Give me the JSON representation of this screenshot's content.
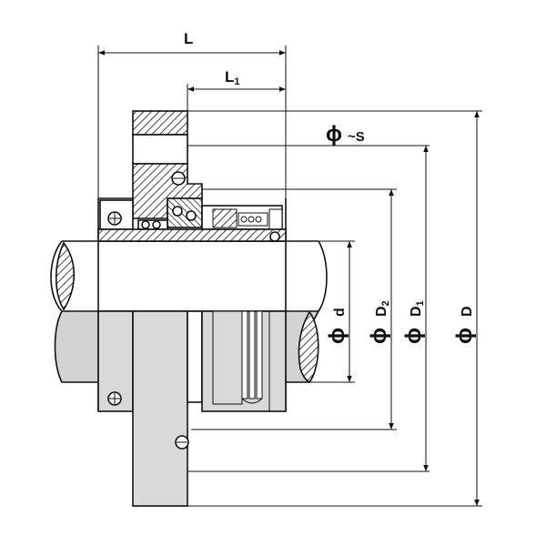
{
  "dimensions": {
    "L": "L",
    "L1_main": "L",
    "L1_sub": "1",
    "S_phi": "ϕ",
    "S_text": "~S",
    "d_phi": "ϕ",
    "d_text": "d",
    "D2_phi": "ϕ",
    "D2_main": "D",
    "D2_sub": "2",
    "D1_phi": "ϕ",
    "D1_main": "D",
    "D1_sub": "1",
    "D_phi": "ϕ",
    "D_text": "D"
  },
  "colors": {
    "line": "#111111",
    "part_fill": "#d9d9d9",
    "shaft_fill": "#d3d3d3",
    "background": "#ffffff"
  }
}
